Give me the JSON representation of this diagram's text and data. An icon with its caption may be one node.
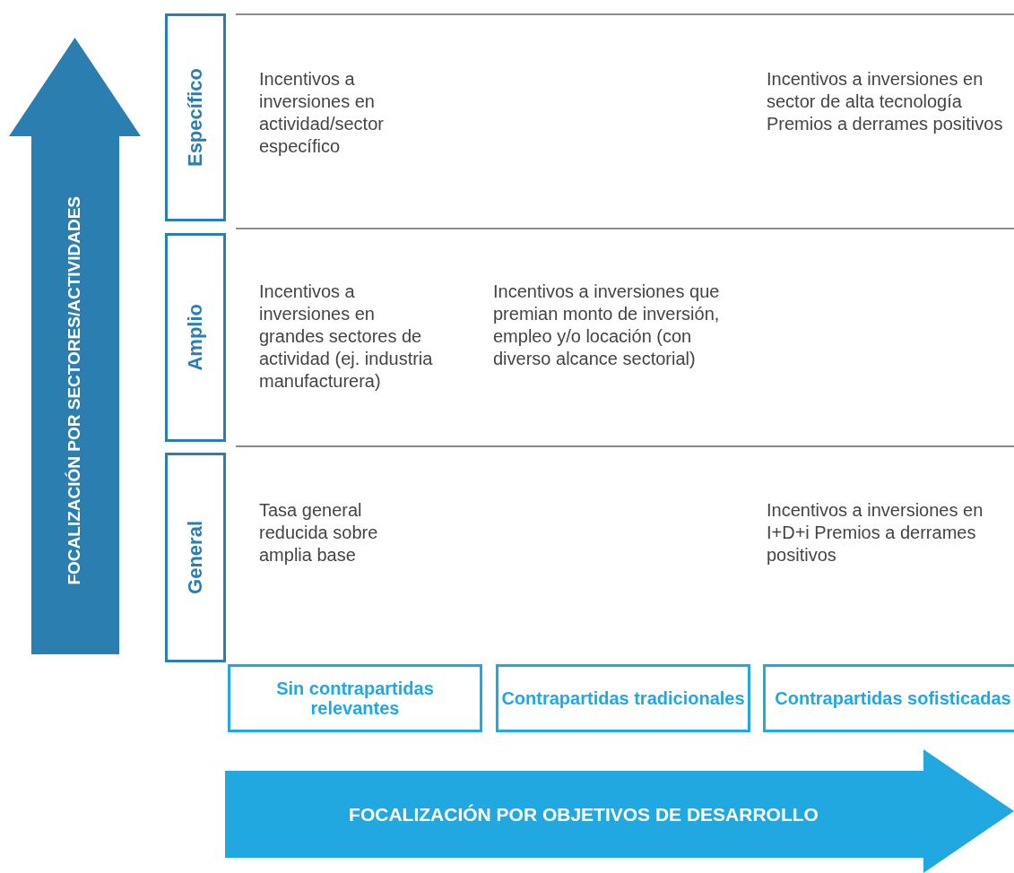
{
  "diagram": {
    "nodes": [
      {
        "text": [
          "FOCALIZACIÓN POR SECTORES/ACTIVIDADES"
        ]
      },
      {
        "text": [
          "Específico"
        ]
      },
      {
        "text": [
          "Amplio"
        ]
      },
      {
        "text": [
          "General"
        ]
      },
      {
        "text": [
          "Sin contrapartidas relevantes"
        ]
      },
      {
        "text": [
          "Contrapartidas tradicionales"
        ]
      },
      {
        "text": [
          "Contrapartidas sofisticadas"
        ]
      },
      {
        "text": [
          "FOCALIZACIÓN POR OBJETIVOS DE DESARROLLO"
        ]
      }
    ],
    "labels": [
      "Incentivos a inversiones en actividad/sector específico",
      "Incentivos a inversiones en sector de alta tecnología Premios a derrames positivos",
      "Incentivos a inversiones en grandes sectores de actividad (ej. industria manufacturera)",
      "Incentivos a inversiones que premian monto de inversión, empleo y/o locación (con diverso alcance sectorial)",
      "Tasa general reducida sobre amplia base",
      "Incentivos a inversiones en I+D+i Premios a derrames positivos"
    ]
  }
}
